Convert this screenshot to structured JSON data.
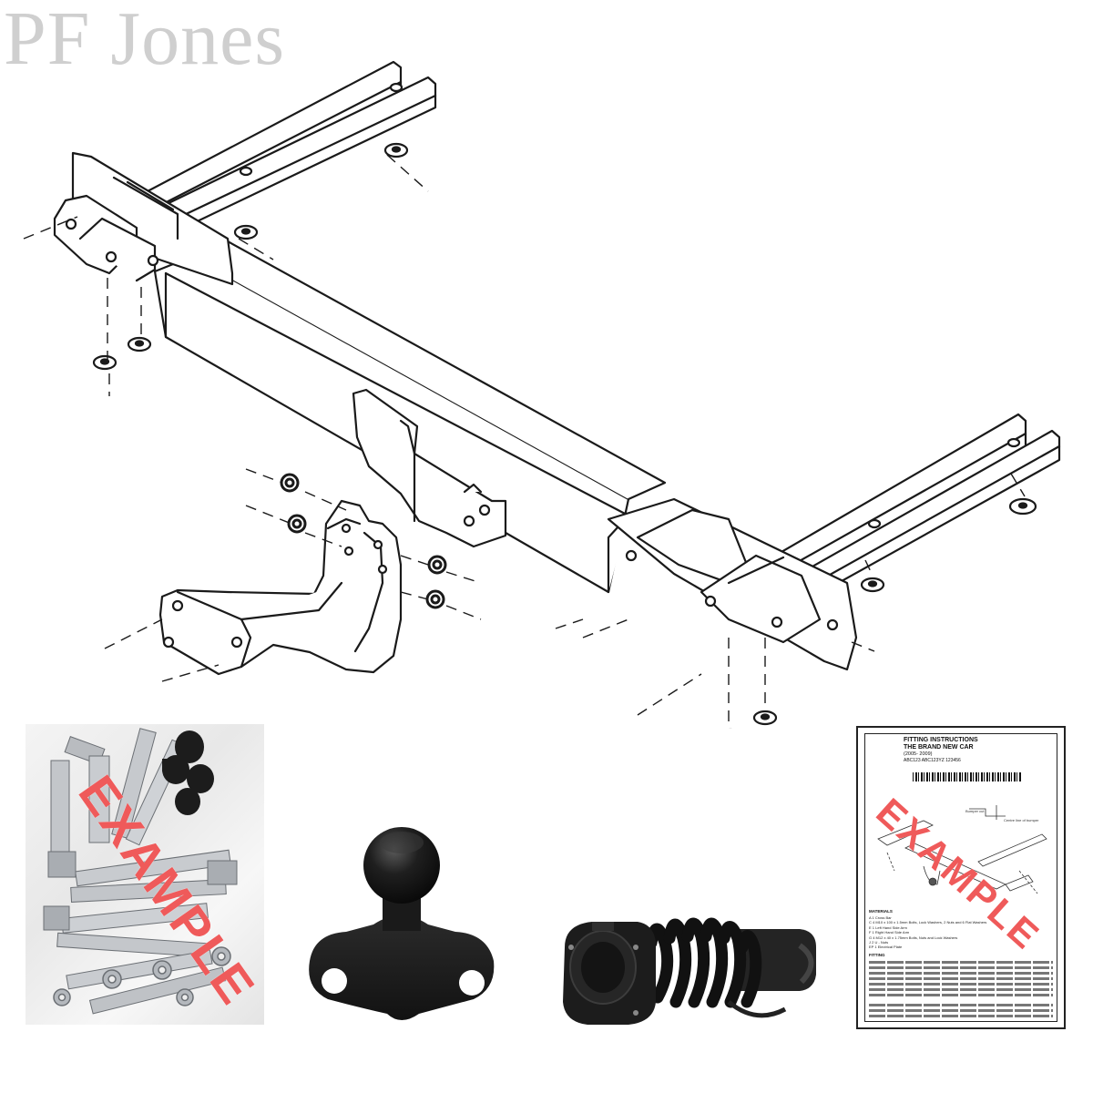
{
  "watermark": {
    "text": "PF Jones"
  },
  "example_stamp": "EXAMPLE",
  "instructions_sheet": {
    "title_line1": "FITTING INSTRUCTIONS",
    "title_line2": "THE BRAND NEW CAR",
    "years": "(2005- 2009)",
    "codes": "ABC123 ABC123YZ 123456",
    "bumper_label": "Bumper cut",
    "centre_label": "Centre line of bumper",
    "materials_heading": "MATERIALS",
    "materials": [
      "A 1 Cross Bar",
      "C 4 M10 x 100 x 1.5mm Bolts, Lock Washers, 2 Nuts and 6 Flat Washers",
      "E 1 Left Hand Side Arm",
      "F 1 Right Hand Side Arm",
      "G 4 M12 x 40 x 1.75mm Bolts, Nuts and Lock Washers",
      "J 2 U - Nuts",
      "EP 1 Electrical Plate"
    ],
    "fitting_heading": "FITTING"
  },
  "colors": {
    "stamp": "#ef5a5a",
    "ink": "#1a1a1a",
    "watermark": "#cfcfcf",
    "ball": "#1b1b1b"
  },
  "components": [
    "cross-bar",
    "left-side-arm",
    "right-side-arm",
    "fixings-bag",
    "tow-ball",
    "electrical-socket",
    "fitting-instructions"
  ]
}
